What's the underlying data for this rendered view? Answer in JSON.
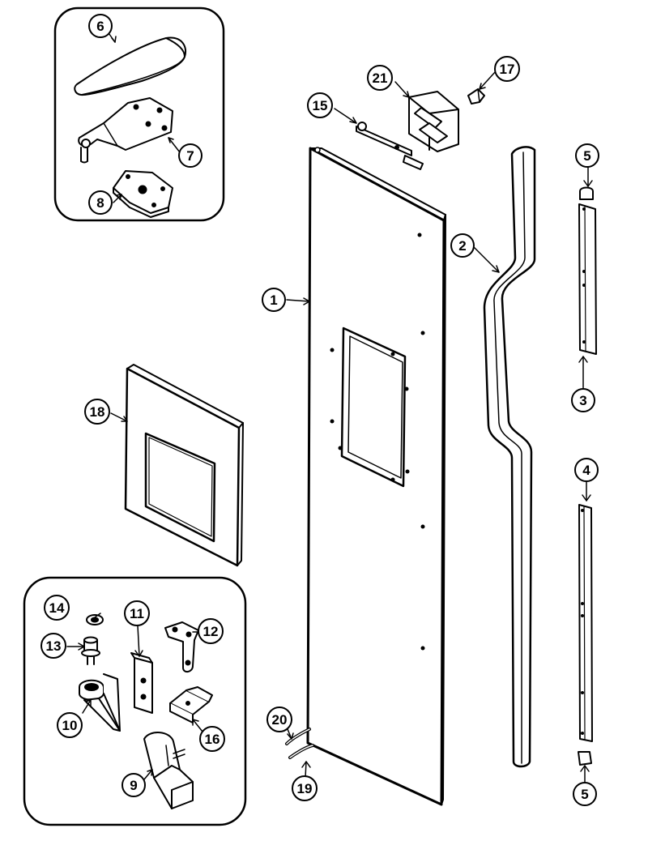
{
  "diagram": {
    "callouts": {
      "c1": "1",
      "c2": "2",
      "c3": "3",
      "c4": "4",
      "c5a": "5",
      "c5b": "5",
      "c6": "6",
      "c7": "7",
      "c8": "8",
      "c9": "9",
      "c10": "10",
      "c11": "11",
      "c12": "12",
      "c13": "13",
      "c14": "14",
      "c15": "15",
      "c16": "16",
      "c17": "17",
      "c18": "18",
      "c19": "19",
      "c20": "20",
      "c21": "21"
    }
  },
  "colors": {
    "line": "#000000",
    "fill": "#ffffff"
  }
}
